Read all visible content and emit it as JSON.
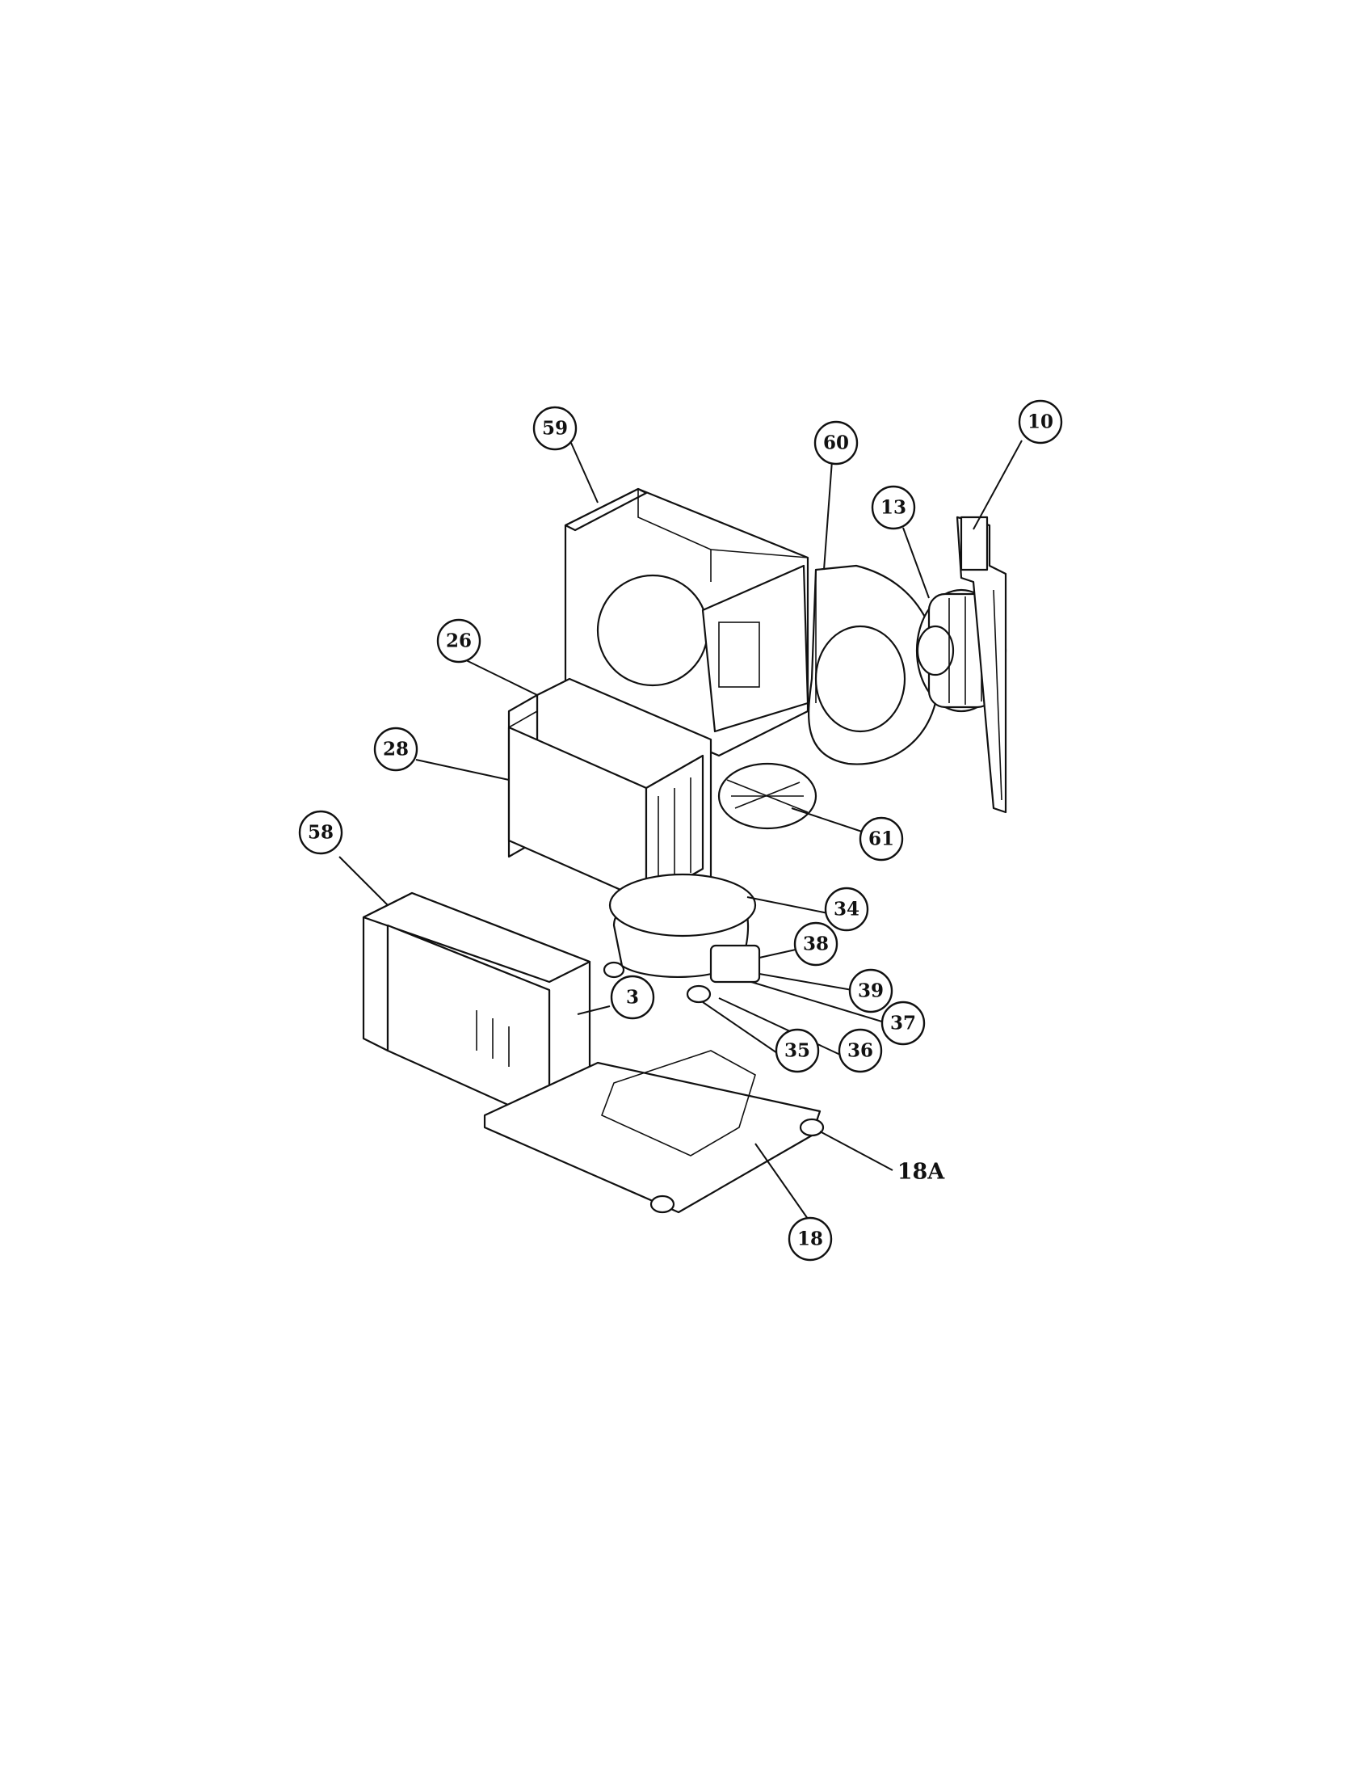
{
  "callouts": [
    {
      "id": "c59",
      "label": "59",
      "style": "circle"
    },
    {
      "id": "c60",
      "label": "60",
      "style": "circle"
    },
    {
      "id": "c10",
      "label": "10",
      "style": "circle"
    },
    {
      "id": "c13",
      "label": "13",
      "style": "circle"
    },
    {
      "id": "c26",
      "label": "26",
      "style": "circle"
    },
    {
      "id": "c28",
      "label": "28",
      "style": "circle"
    },
    {
      "id": "c61",
      "label": "61",
      "style": "circle"
    },
    {
      "id": "c58",
      "label": "58",
      "style": "circle"
    },
    {
      "id": "c34",
      "label": "34",
      "style": "circle"
    },
    {
      "id": "c38",
      "label": "38",
      "style": "circle"
    },
    {
      "id": "c39",
      "label": "39",
      "style": "circle"
    },
    {
      "id": "c37",
      "label": "37",
      "style": "circle"
    },
    {
      "id": "c3",
      "label": "3",
      "style": "circle"
    },
    {
      "id": "c35",
      "label": "35",
      "style": "circle"
    },
    {
      "id": "c36",
      "label": "36",
      "style": "circle"
    },
    {
      "id": "c18A",
      "label": "18A",
      "style": "plain"
    },
    {
      "id": "c18",
      "label": "18",
      "style": "circle"
    }
  ]
}
